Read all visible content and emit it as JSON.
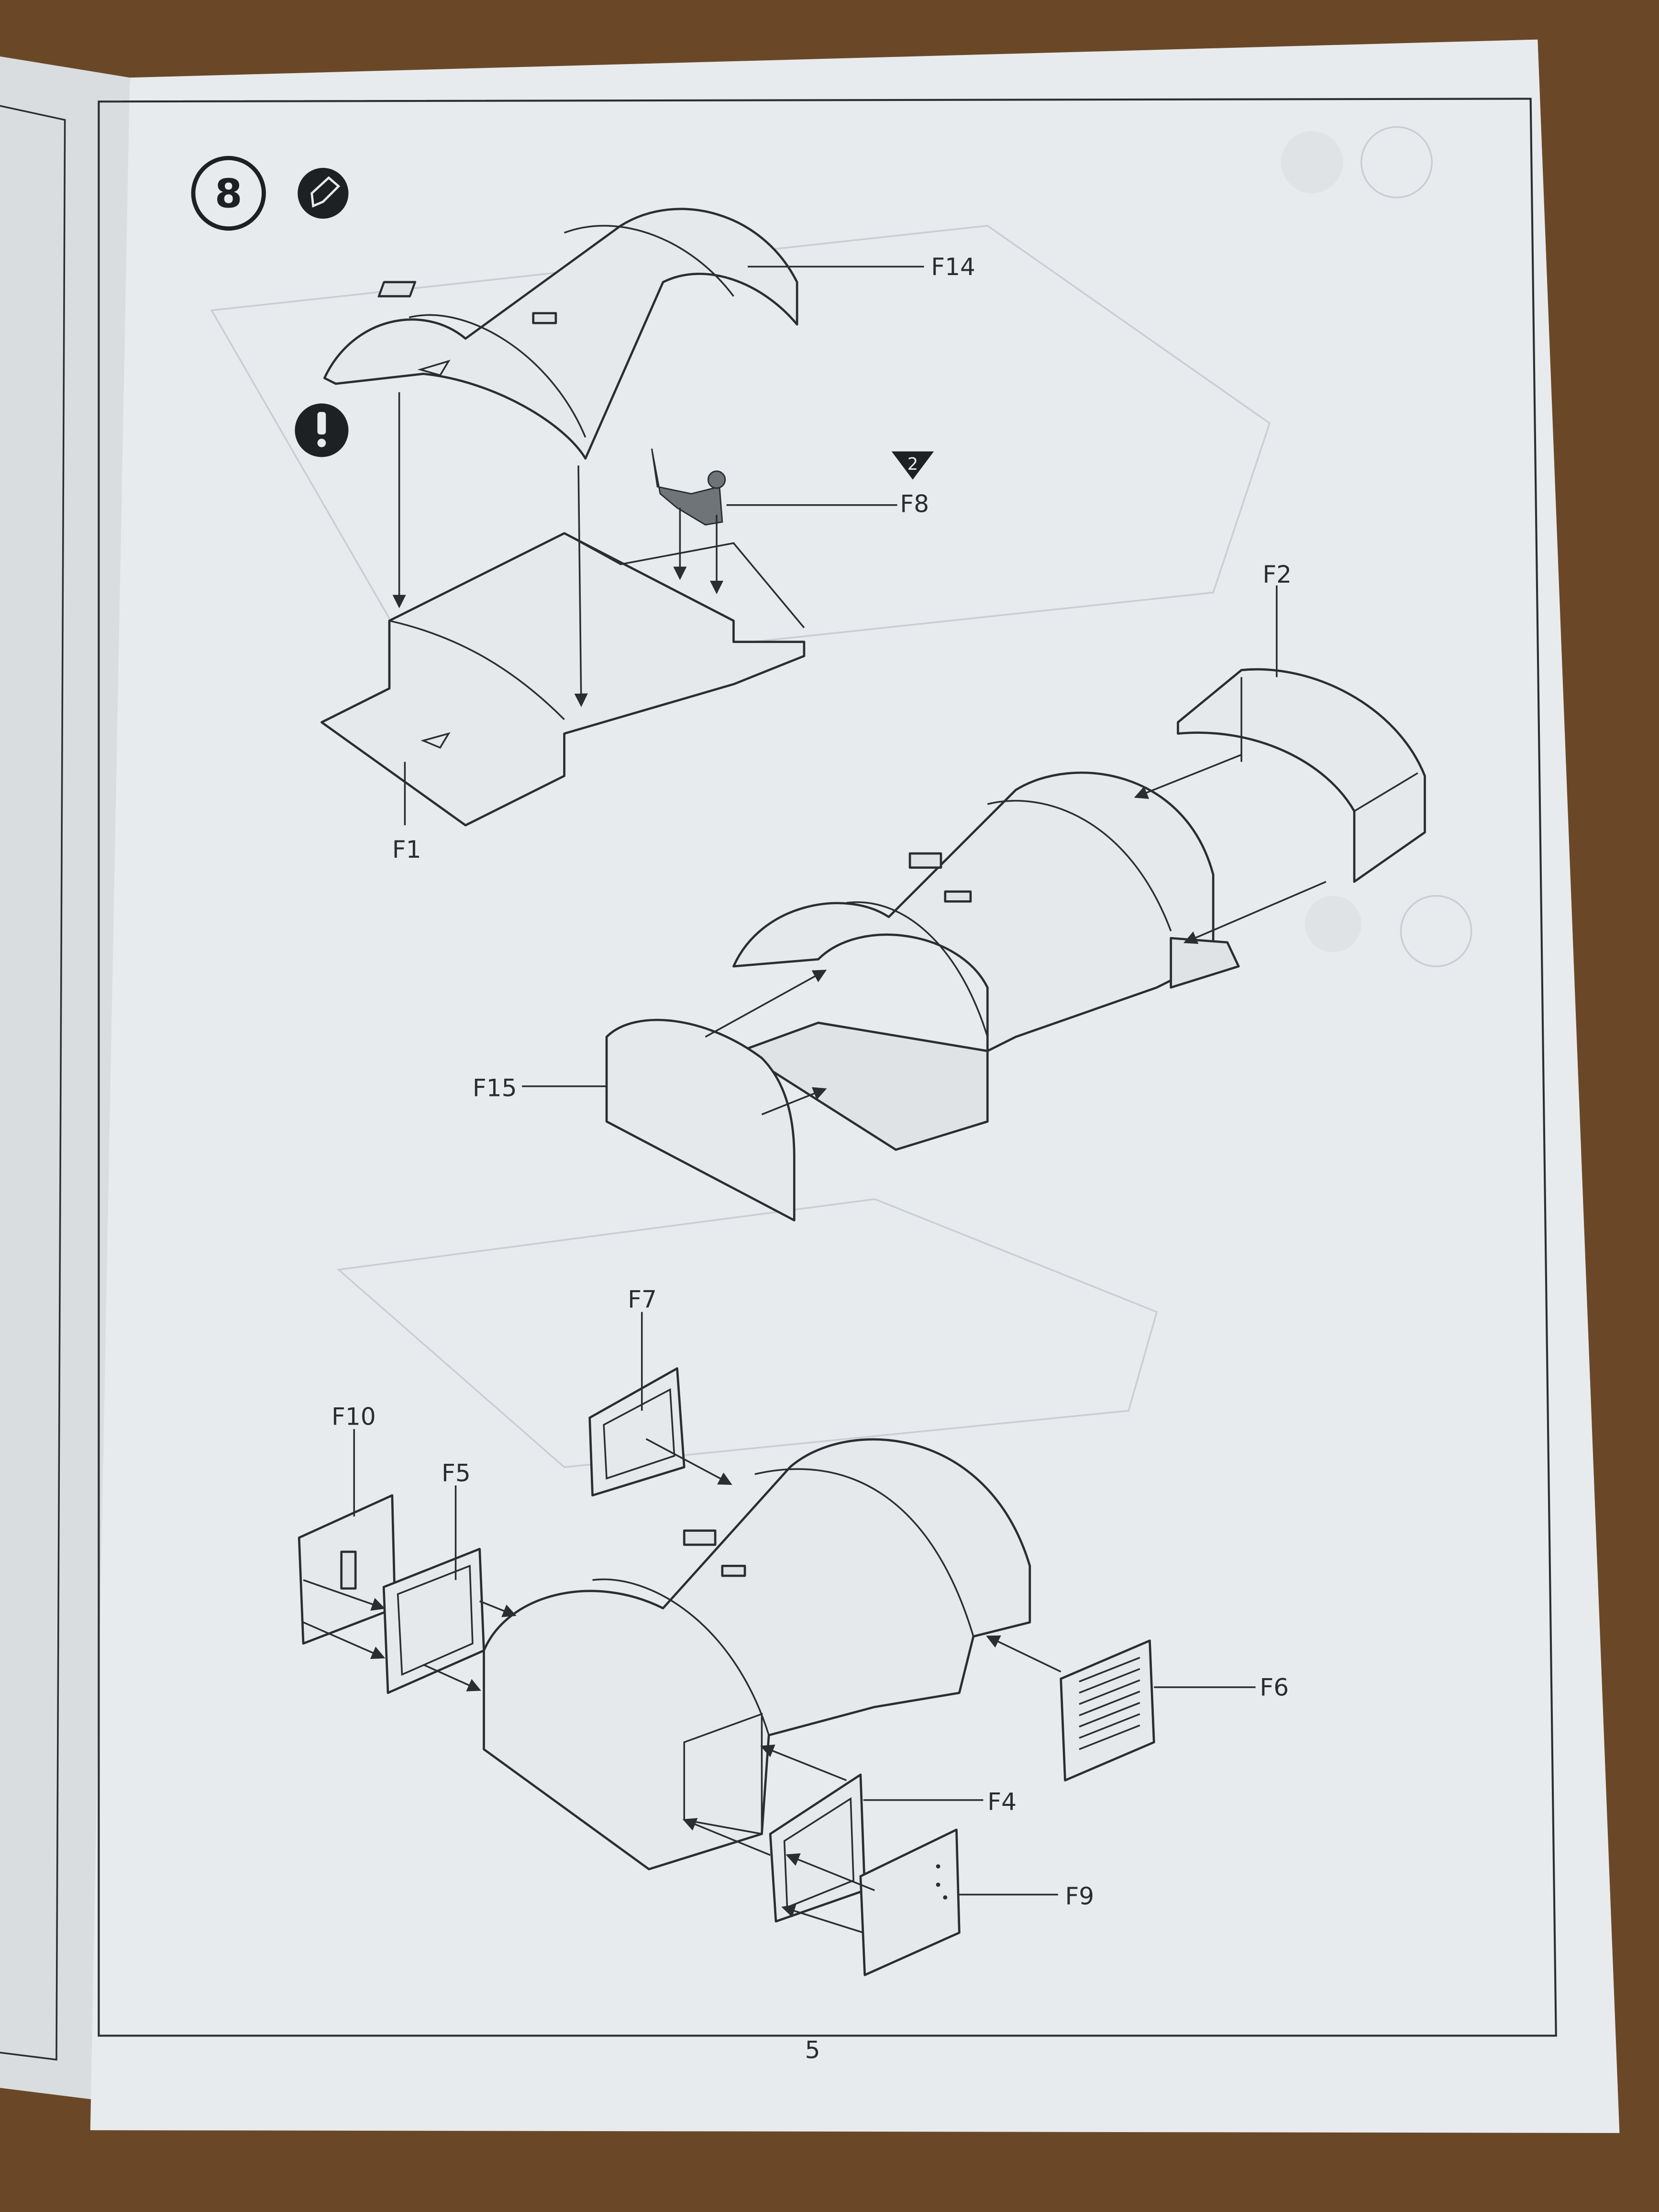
{
  "page": {
    "step_number": "8",
    "glue_icon": "glue-bottle-icon",
    "warning_icon": "exclamation-icon",
    "page_number": "5",
    "colors": {
      "paper": "#e8ebee",
      "ink": "#2b2e31",
      "table": "#6a4827"
    }
  },
  "parts": {
    "f14": "F14",
    "f8": "F8",
    "f8_quantity": "2",
    "f2": "F2",
    "f1": "F1",
    "f15": "F15",
    "f7": "F7",
    "f10": "F10",
    "f5": "F5",
    "f6": "F6",
    "f4": "F4",
    "f9": "F9"
  }
}
